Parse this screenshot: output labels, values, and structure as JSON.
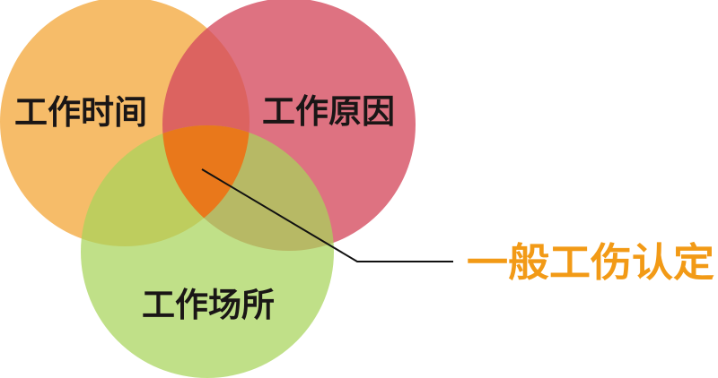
{
  "diagram": {
    "circles": {
      "work_time": {
        "label": "工作时间",
        "color": "#f4ad48"
      },
      "work_cause": {
        "label": "工作原因",
        "color": "#d54a5e"
      },
      "work_place": {
        "label": "工作场所",
        "color": "#a8d45a"
      }
    },
    "intersection_color": "#e9781b",
    "callout": {
      "label": "一般工伤认定",
      "color": "#f29a16",
      "line_color": "#111111"
    }
  }
}
